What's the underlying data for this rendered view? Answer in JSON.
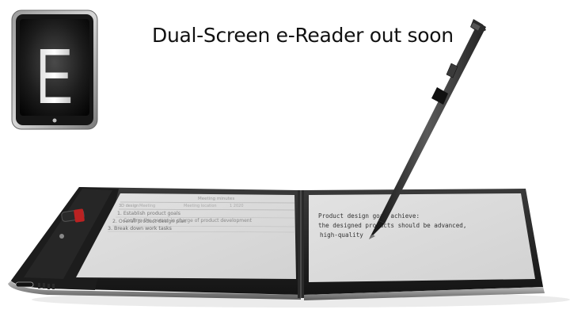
{
  "logo": {
    "letter": "E"
  },
  "headline": "Dual-Screen e-Reader out soon",
  "left_screen": {
    "header_title": "Meeting minutes",
    "header_cells": [
      "Meeting",
      "Meeting location",
      "1 2020"
    ],
    "lines": [
      "3D design",
      "1. Establish product goals",
      "Confirm the person in charge of product development",
      "2. Overall product design plan",
      "3. Break down work tasks"
    ]
  },
  "right_screen": {
    "handwriting": [
      "Product design goal achieve:",
      "the designed products should be advanced,",
      "high-quality"
    ]
  }
}
